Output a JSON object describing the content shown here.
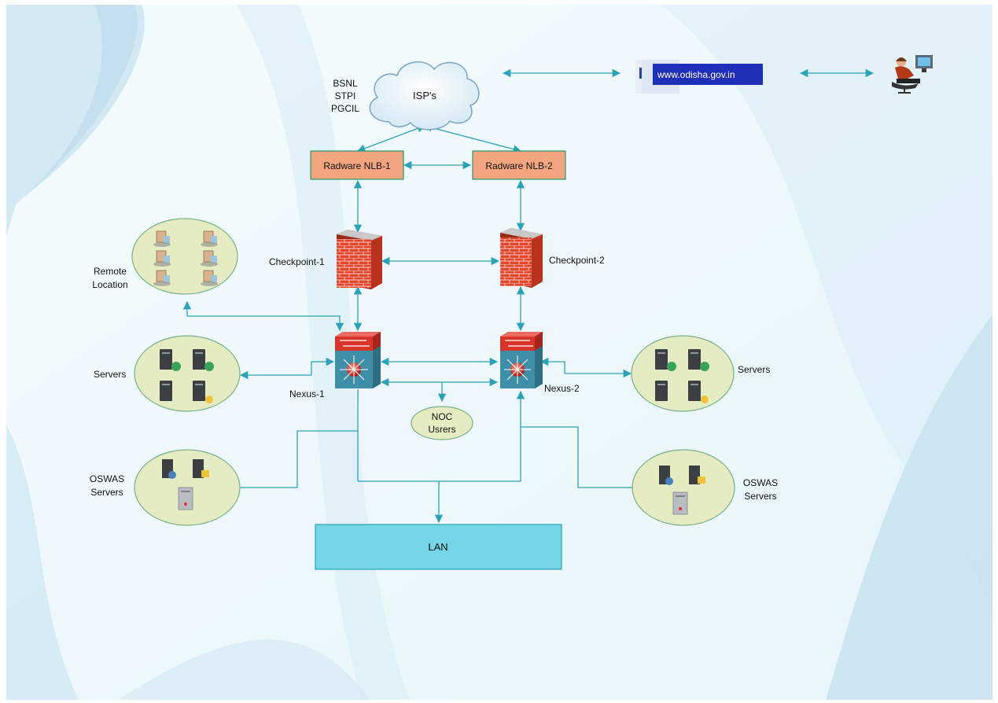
{
  "isp_providers": [
    "BSNL",
    "STPI",
    "PGCIL"
  ],
  "cloud_label": "ISP's",
  "website_label": "www.odisha.gov.in",
  "nlb1_label": "Radware NLB-1",
  "nlb2_label": "Radware NLB-2",
  "checkpoint1_label": "Checkpoint-1",
  "checkpoint2_label": "Checkpoint-2",
  "nexus1_label": "Nexus-1",
  "nexus2_label": "Nexus-2",
  "remote_location_lines": [
    "Remote",
    "Location"
  ],
  "servers_left_label": "Servers",
  "servers_right_label": "Servers",
  "oswas_left_lines": [
    "OSWAS",
    "Servers"
  ],
  "oswas_right_lines": [
    "OSWAS",
    "Servers"
  ],
  "noc_lines": [
    "NOC",
    "Usrers"
  ],
  "lan_label": "LAN",
  "colors": {
    "connector": "#2aa3b6",
    "nlb_fill": "#f2a57e",
    "nlb_border": "#1f9a6a",
    "cluster_fill": "#e6ecc2",
    "cluster_border": "#79b08a",
    "lan_fill": "#74d6e6",
    "lan_border": "#2aa3b6",
    "firewall": "#e2452c",
    "switch_red": "#d8342a",
    "switch_body": "#3f8fa8"
  }
}
